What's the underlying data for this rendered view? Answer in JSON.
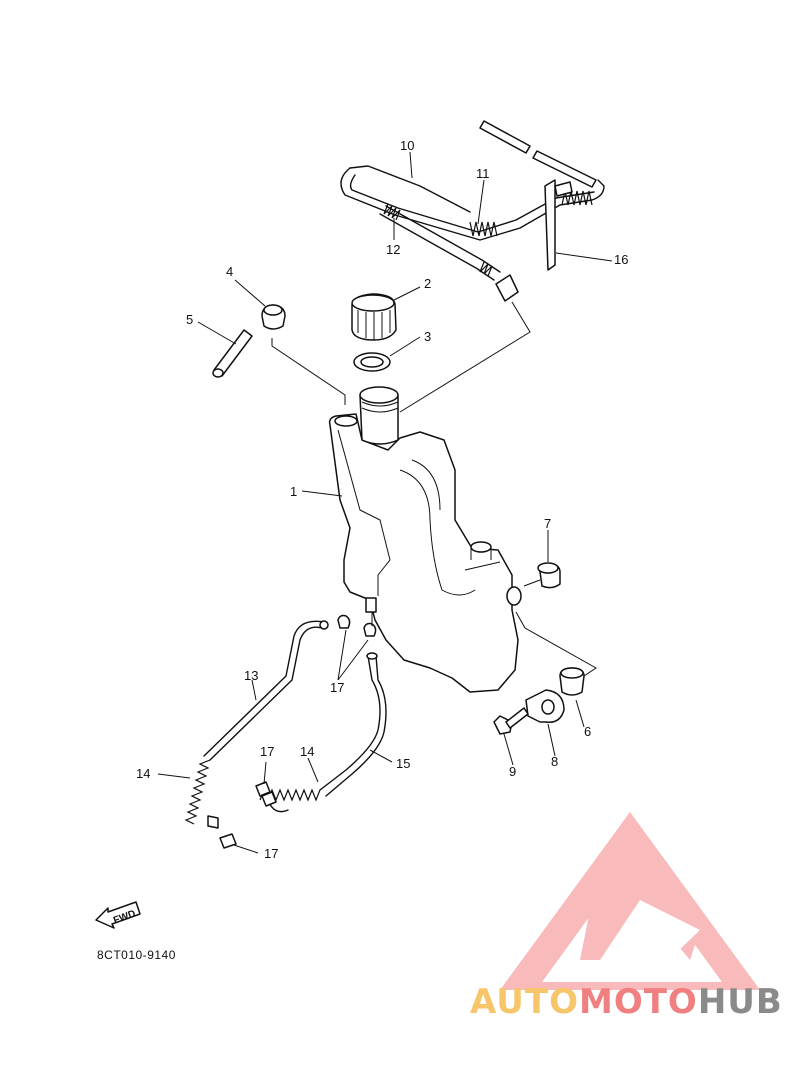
{
  "diagram": {
    "callouts": [
      "1",
      "2",
      "3",
      "4",
      "5",
      "6",
      "7",
      "8",
      "9",
      "10",
      "11",
      "12",
      "13",
      "14",
      "14",
      "15",
      "16",
      "17",
      "17",
      "17"
    ],
    "fwd_label": "FWD",
    "drawing_code": "8CT010-9140"
  },
  "watermark": {
    "part1": "AUTO",
    "part2": "MOTO",
    "part3": "HUB",
    "colors": {
      "auto": "#f7c66a",
      "moto": "#f08080",
      "hub": "#8a8a8a",
      "triangle": "#f6a3a3"
    }
  }
}
